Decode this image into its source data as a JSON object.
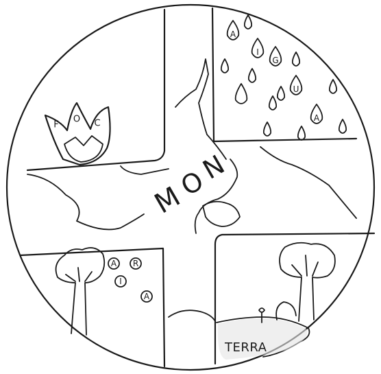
{
  "drawing": {
    "center_word": [
      "M",
      "O",
      "N"
    ],
    "fire_letters": [
      "F",
      "O",
      "C"
    ],
    "water_letters": [
      "A",
      "I",
      "G",
      "U",
      "A"
    ],
    "air_letters": [
      "A",
      "R",
      "I",
      "A"
    ],
    "earth_label": "TERRA"
  },
  "colors": {
    "ink": "#1a1a1a",
    "paper": "#ffffff",
    "shade": "#cfcfcf"
  }
}
